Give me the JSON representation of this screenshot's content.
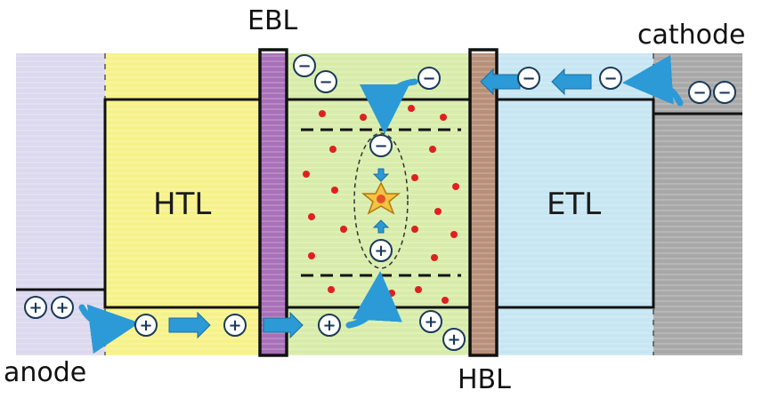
{
  "labels": {
    "ebl": "EBL",
    "cathode": "cathode",
    "htl": "HTL",
    "etl": "ETL",
    "anode": "anode",
    "hbl": "HBL"
  },
  "symbols": {
    "electron": "−",
    "hole": "+"
  },
  "colors": {
    "anode": "#dcd8ee",
    "htl": "#f6f28a",
    "ebl": "#a870b8",
    "eml": "#d8ecaa",
    "hbl": "#b88f78",
    "etl": "#c6e6f2",
    "cathode": "#a8a8a8",
    "arrow": "#2b9ad6",
    "dot": "#e02020",
    "star": "#f5c242"
  }
}
